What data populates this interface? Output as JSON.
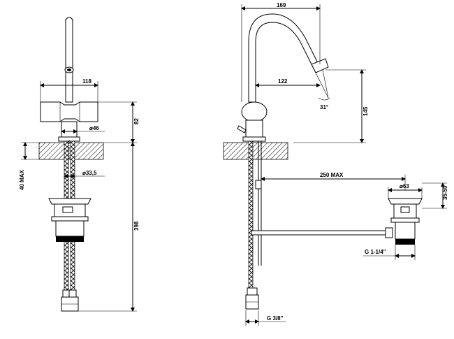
{
  "front_view": {
    "width_label": "118",
    "body_diameter_label": "⌀46",
    "shank_diameter_label": "⌀33,5",
    "height_above_deck_label": "82",
    "max_deck_thickness_label": "40 MAX",
    "total_hose_length_label": "398"
  },
  "side_view": {
    "reach_label": "169",
    "spout_projection_label": "122",
    "spout_angle_label": "31°",
    "spout_height_label": "145",
    "rod_length_label": "250 MAX",
    "hose_thread_label": "G 3/8\""
  },
  "waste_view": {
    "diameter_label": "⌀63",
    "depth_label": "35-50",
    "thread_label": "G 1-1/4\""
  }
}
